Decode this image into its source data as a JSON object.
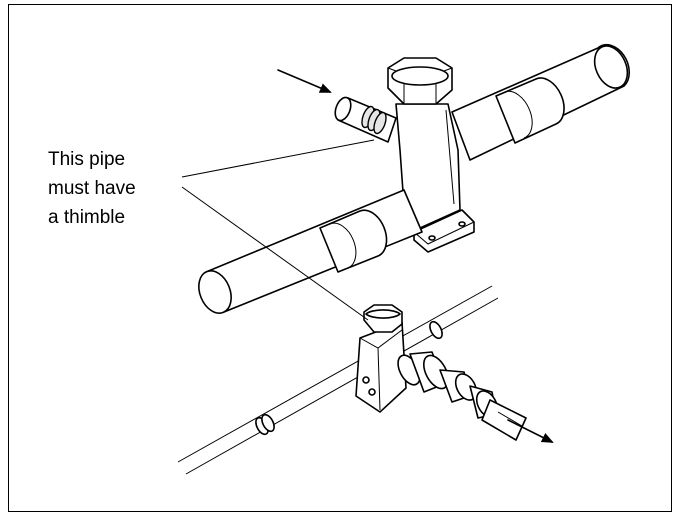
{
  "callout": {
    "lines": [
      "This pipe",
      "must have",
      "a thimble"
    ]
  },
  "icons": {
    "inlet_arrow": "arrow-icon",
    "outlet_arrow": "arrow-icon"
  }
}
